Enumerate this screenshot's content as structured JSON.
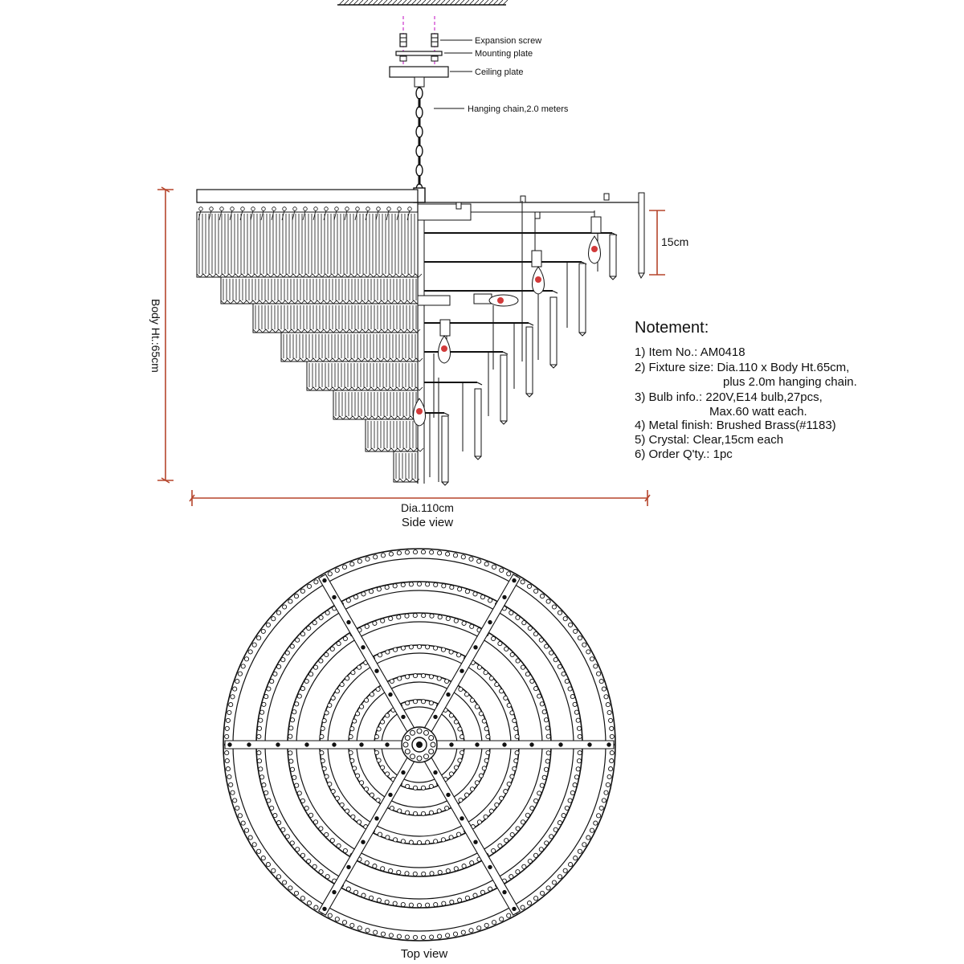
{
  "callouts": {
    "expansion_screw": "Expansion screw",
    "mounting_plate": "Mounting plate",
    "ceiling_plate": "Ceiling plate",
    "hanging_chain": "Hanging chain,2.0 meters"
  },
  "dimensions": {
    "crystal_length": "15cm",
    "body_height": "Body Ht.:65cm",
    "diameter": "Dia.110cm"
  },
  "captions": {
    "side_view": "Side view",
    "top_view": "Top view"
  },
  "notes": {
    "title": "Notement:",
    "lines": [
      "1) Item No.: AM0418",
      "2) Fixture size: Dia.110 x Body Ht.65cm,",
      "plus 2.0m hanging chain.",
      "3) Bulb info.: 220V,E14 bulb,27pcs,",
      "Max.60 watt each.",
      "4) Metal finish: Brushed Brass(#1183)",
      "5) Crystal: Clear,15cm each",
      "6) Order Q'ty.: 1pc"
    ]
  },
  "colors": {
    "dimension_line": "#b5452c",
    "screw_guide": "#cc33cc",
    "bulb": "#d23a3a",
    "ink": "#111111"
  }
}
